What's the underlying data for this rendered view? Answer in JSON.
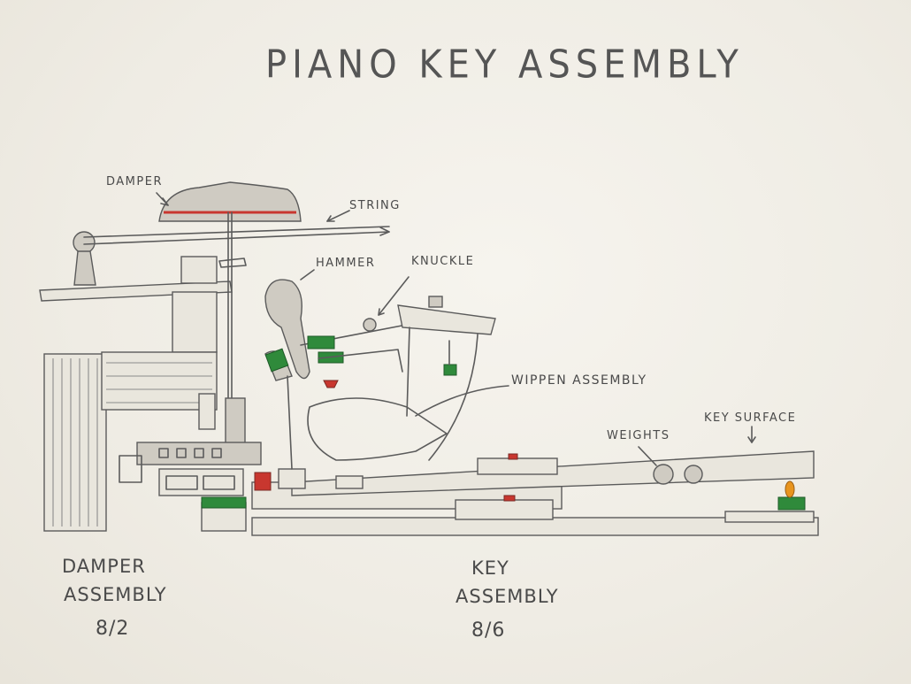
{
  "title": "PIANO KEY ASSEMBLY",
  "labels": {
    "damper": "DAMPER",
    "string": "STRING",
    "hammer": "HAMMER",
    "knuckle": "KNUCKLE",
    "wippen": "WIPPEN ASSEMBLY",
    "weights": "WEIGHTS",
    "key_surface": "KEY SURFACE"
  },
  "captions": {
    "damper_assembly": {
      "line1": "DAMPER",
      "line2": "ASSEMBLY",
      "date": "8/2"
    },
    "key_assembly": {
      "line1": "KEY",
      "line2": "ASSEMBLY",
      "date": "8/6"
    }
  },
  "colors": {
    "pencil": "#5b5b5b",
    "felt_red": "#c8372f",
    "felt_green": "#2f8a3b",
    "orange_pin": "#e8941e",
    "paper": "#f1eee6"
  }
}
